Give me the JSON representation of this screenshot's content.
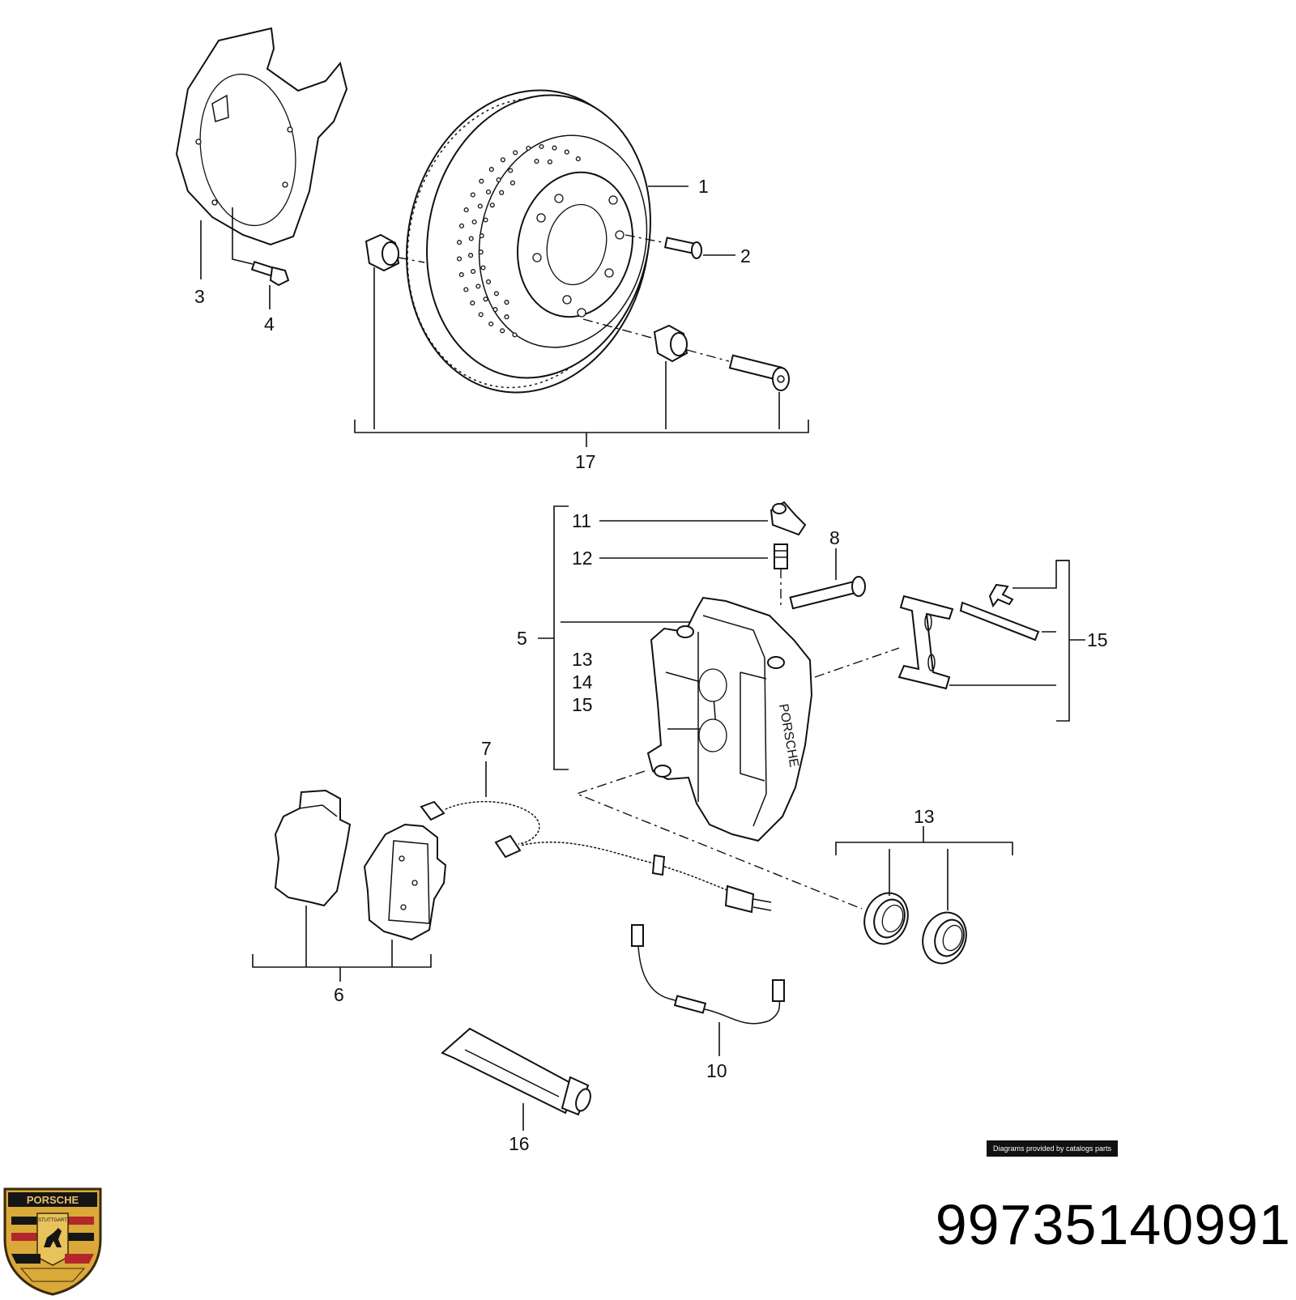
{
  "diagram": {
    "callouts": [
      {
        "id": "c1",
        "text": "1"
      },
      {
        "id": "c2",
        "text": "2"
      },
      {
        "id": "c3",
        "text": "3"
      },
      {
        "id": "c4",
        "text": "4"
      },
      {
        "id": "c5",
        "text": "5"
      },
      {
        "id": "c6",
        "text": "6"
      },
      {
        "id": "c7",
        "text": "7"
      },
      {
        "id": "c8",
        "text": "8"
      },
      {
        "id": "c10",
        "text": "10"
      },
      {
        "id": "c11",
        "text": "11"
      },
      {
        "id": "c12",
        "text": "12"
      },
      {
        "id": "c13a",
        "text": "13"
      },
      {
        "id": "c14",
        "text": "14"
      },
      {
        "id": "c15a",
        "text": "15"
      },
      {
        "id": "c13b",
        "text": "13"
      },
      {
        "id": "c15b",
        "text": "15"
      },
      {
        "id": "c16",
        "text": "16"
      },
      {
        "id": "c17",
        "text": "17"
      }
    ],
    "caliper_marking": "PORSCHE",
    "credit": "Diagrams provided by catalogs parts"
  },
  "part_number": "99735140991",
  "logo": {
    "name": "porsche-crest-icon",
    "text_top": "PORSCHE",
    "text_mid": "STUTTGART",
    "colors": {
      "gold": "#d9a93a",
      "red": "#b3262b",
      "black": "#151515"
    }
  }
}
